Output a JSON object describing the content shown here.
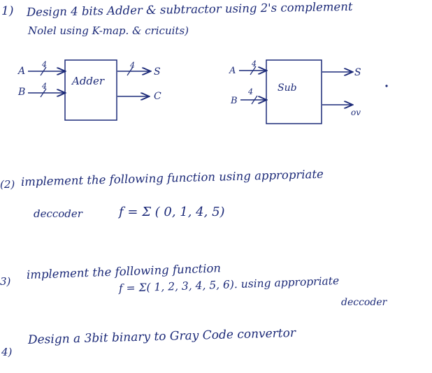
{
  "q1": {
    "number": "1)",
    "line1": "Design  4 bits  Adder & subtractor  using  2's complement",
    "line2": "Nolel using K-map. & cricuits)"
  },
  "adder": {
    "label": "Adder",
    "input_a": "A",
    "input_b": "B",
    "bus_width_a": "4",
    "bus_width_b": "4",
    "bus_width_s": "4",
    "output_s": "S",
    "output_c": "C"
  },
  "sub": {
    "label": "Sub",
    "input_a": "A",
    "input_b": "B",
    "bus_width_a": "4",
    "bus_width_b": "4",
    "output_s": "S",
    "output_ov": "ov"
  },
  "q2": {
    "number": "(2)",
    "line1": "implement  the  following  function  using  appropriate",
    "line2_word": "deccoder",
    "line2_formula": "f = Σ ( 0, 1, 4, 5)"
  },
  "q3": {
    "number": "3)",
    "line1": "implement  the  following  function",
    "line2": "f = Σ( 1, 2, 3, 4, 5, 6).  using   appropriate",
    "line3": "deccoder"
  },
  "q4": {
    "number": "4)",
    "line1": "Design   a  3bit   binary   to  Gray  Code  convertor"
  }
}
